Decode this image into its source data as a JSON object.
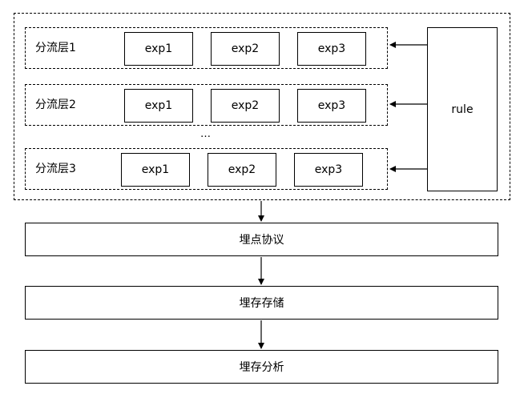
{
  "layers": [
    {
      "label": "分流层1",
      "experiments": [
        "exp1",
        "exp2",
        "exp3"
      ]
    },
    {
      "label": "分流层2",
      "experiments": [
        "exp1",
        "exp2",
        "exp3"
      ]
    },
    {
      "label": "分流层3",
      "experiments": [
        "exp1",
        "exp2",
        "exp3"
      ]
    }
  ],
  "ellipsis": "…",
  "rule": "rule",
  "stages": [
    "埋点协议",
    "埋存存储",
    "埋存分析"
  ]
}
